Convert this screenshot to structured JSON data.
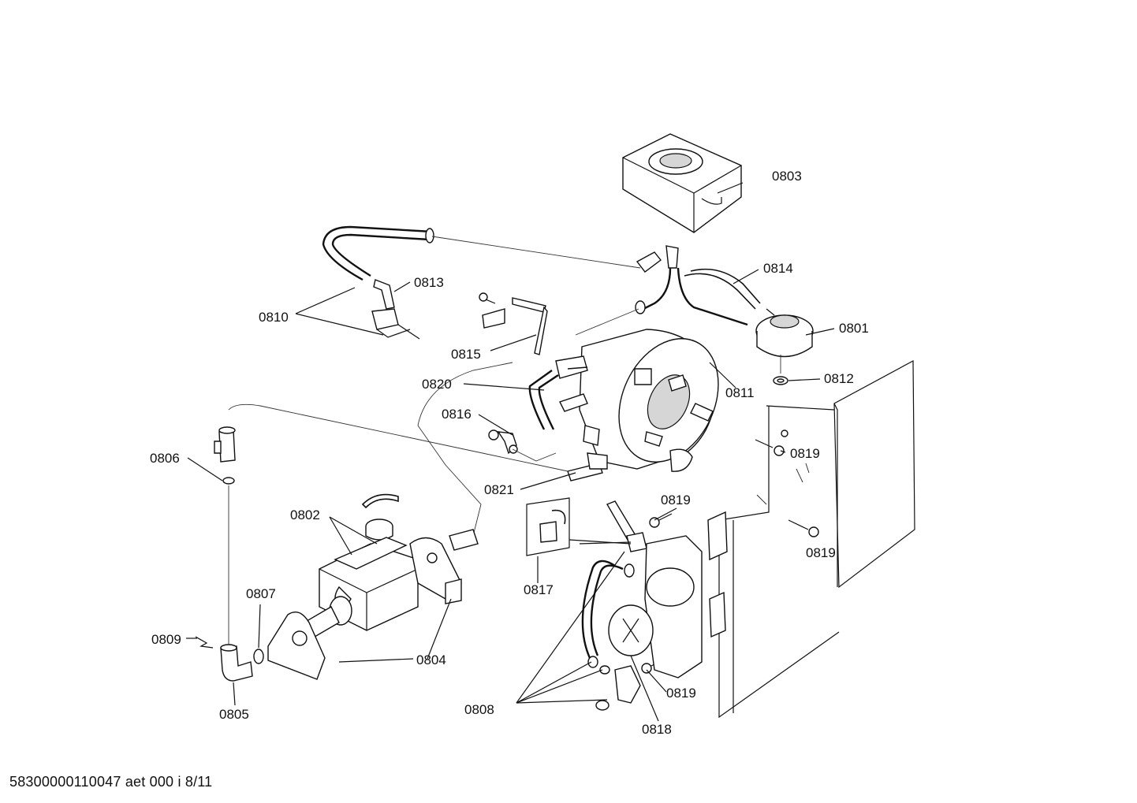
{
  "callouts": {
    "c0801": "0801",
    "c0802": "0802",
    "c0803": "0803",
    "c0804": "0804",
    "c0805": "0805",
    "c0806": "0806",
    "c0807": "0807",
    "c0808": "0808",
    "c0809": "0809",
    "c0810": "0810",
    "c0811": "0811",
    "c0812": "0812",
    "c0813": "0813",
    "c0814": "0814",
    "c0815": "0815",
    "c0816": "0816",
    "c0817": "0817",
    "c0818": "0818",
    "c0819a": "0819",
    "c0819b": "0819",
    "c0819c": "0819",
    "c0819d": "0819",
    "c0820": "0820",
    "c0821": "0821"
  },
  "footer": "58300000110047 aet 000 i 8/11"
}
